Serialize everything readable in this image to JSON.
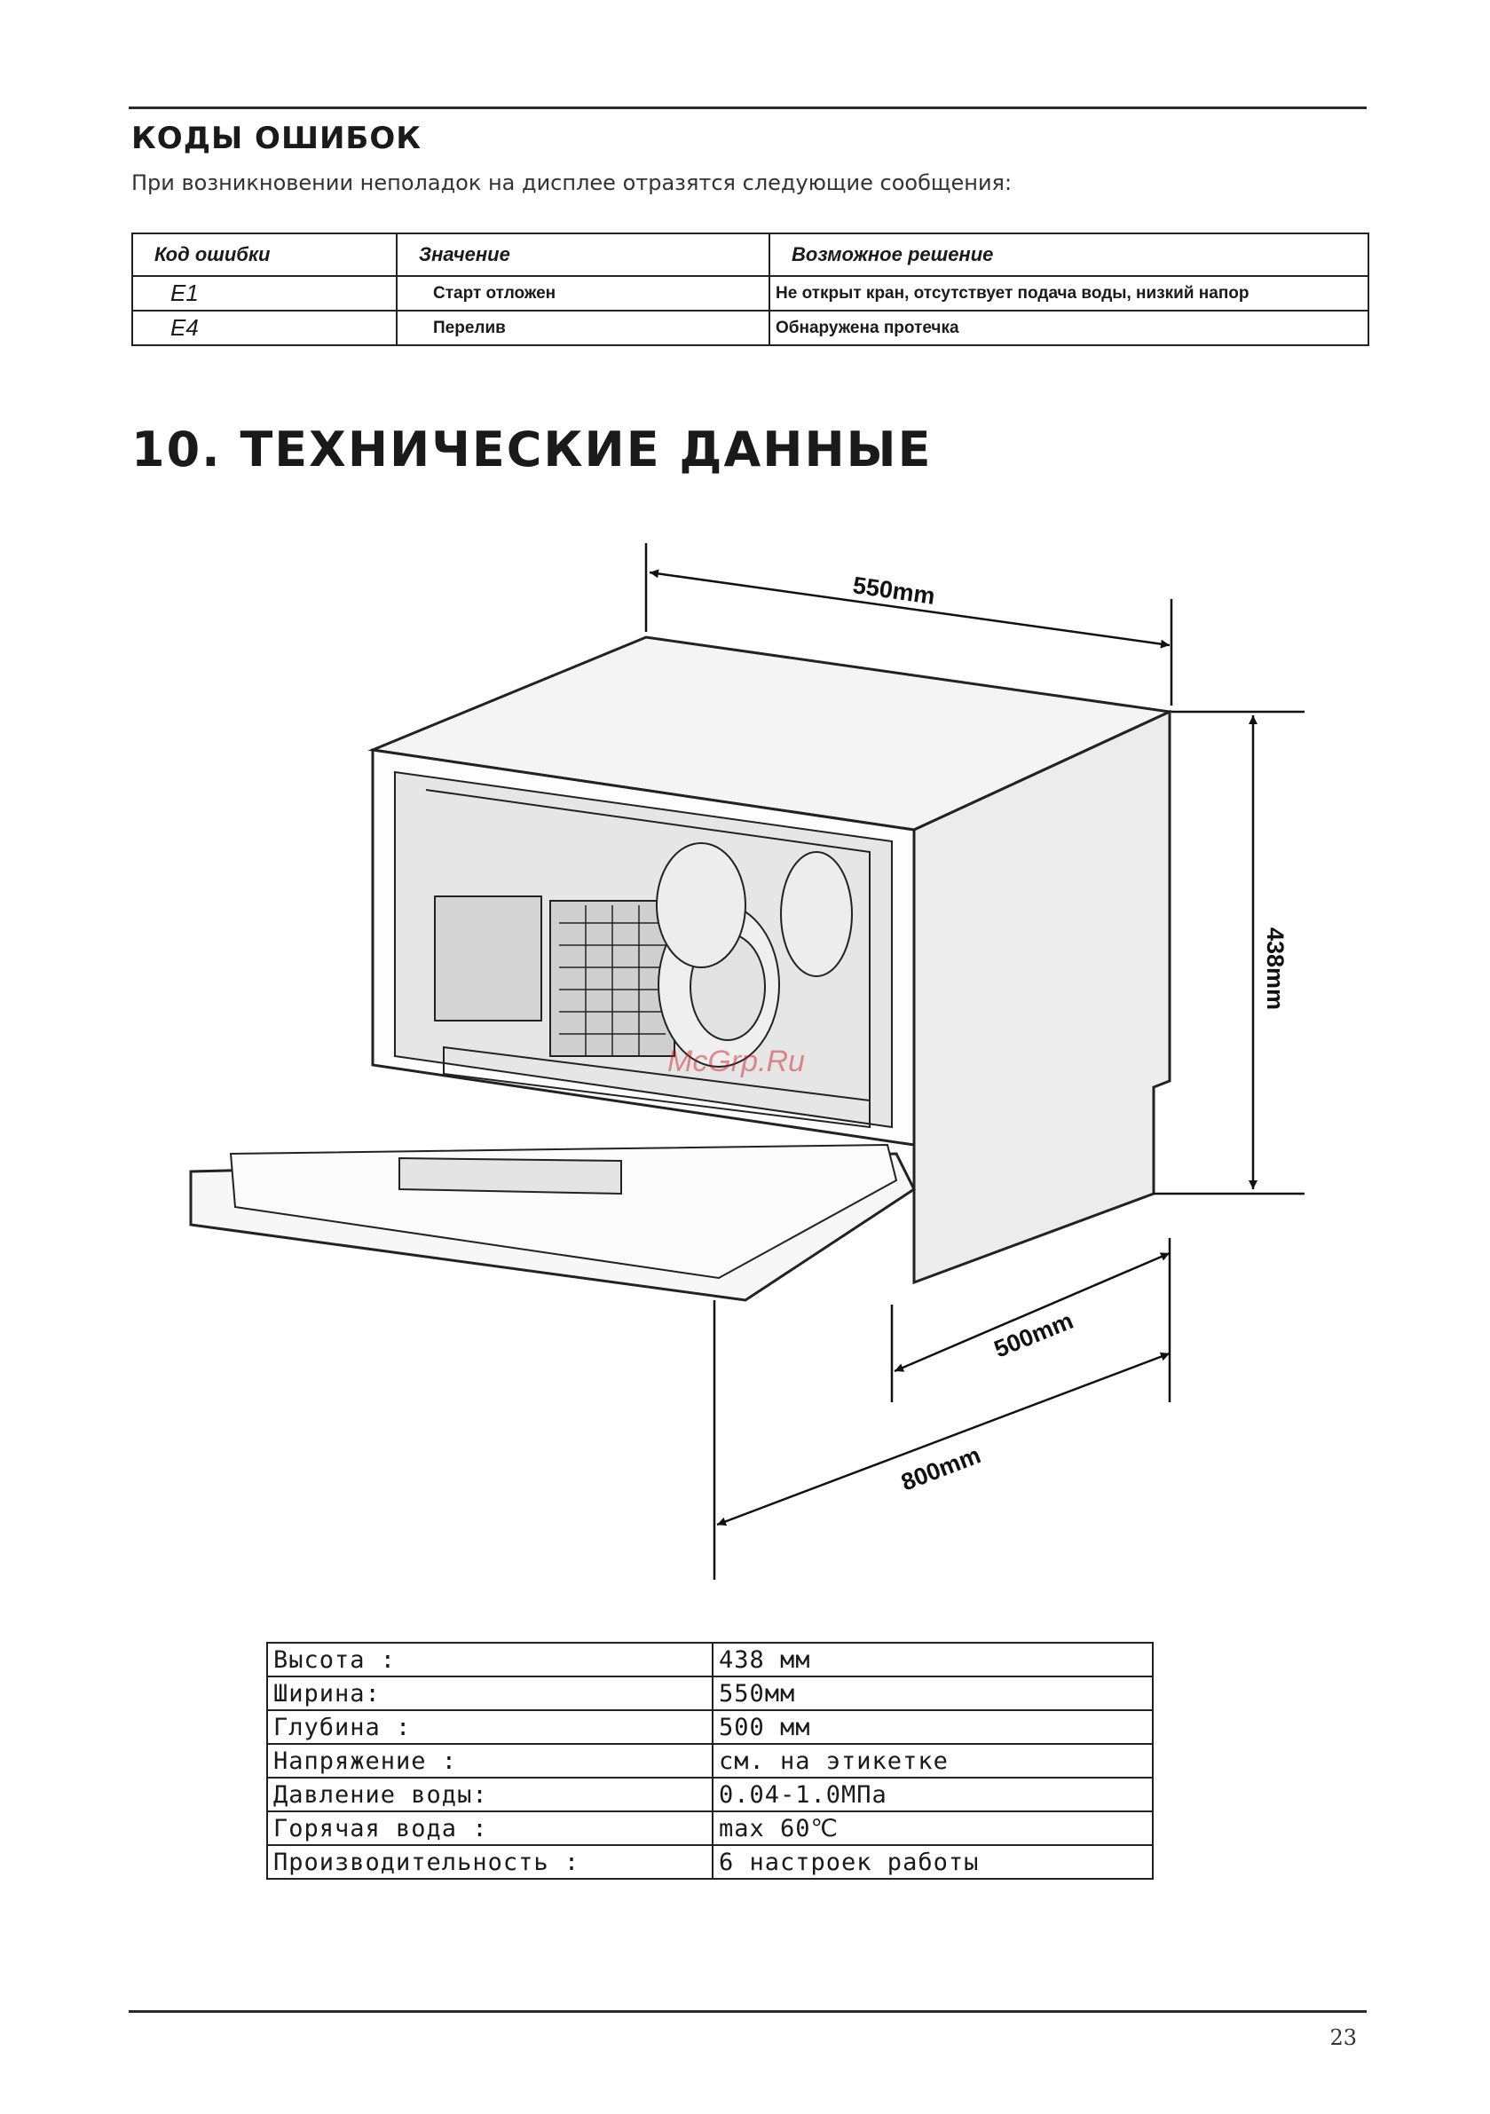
{
  "error_codes": {
    "title": "КОДЫ ОШИБОК",
    "intro": "При возникновении неполадок на дисплее отразятся следующие сообщения:",
    "headers": [
      "Код ошибки",
      "Значение",
      "Возможное решение"
    ],
    "rows": [
      {
        "code": "E1",
        "meaning": "Старт отложен",
        "solution": "Не открыт кран, отсутствует подача воды, низкий напор"
      },
      {
        "code": "E4",
        "meaning": "Перелив",
        "solution": "Обнаружена протечка"
      }
    ]
  },
  "tech": {
    "title": "10. ТЕХНИЧЕСКИЕ ДАННЫЕ",
    "dimensions": {
      "width": "550mm",
      "height": "438mm",
      "depth": "500mm",
      "depth_open": "800mm"
    },
    "watermark": "McGrp.Ru",
    "specs": [
      {
        "label": "Высота :",
        "value": "438 мм"
      },
      {
        "label": "Ширина:",
        "value": "550мм"
      },
      {
        "label": "Глубина :",
        "value": "500 мм"
      },
      {
        "label": "Напряжение :",
        "value": "см. на этикетке"
      },
      {
        "label": "Давление воды:",
        "value": "0.04-1.0МПа"
      },
      {
        "label": "Горячая вода :",
        "value": "max 60℃"
      },
      {
        "label": "Производительность :",
        "value": "6 настроек работы"
      }
    ]
  },
  "page_number": "23"
}
